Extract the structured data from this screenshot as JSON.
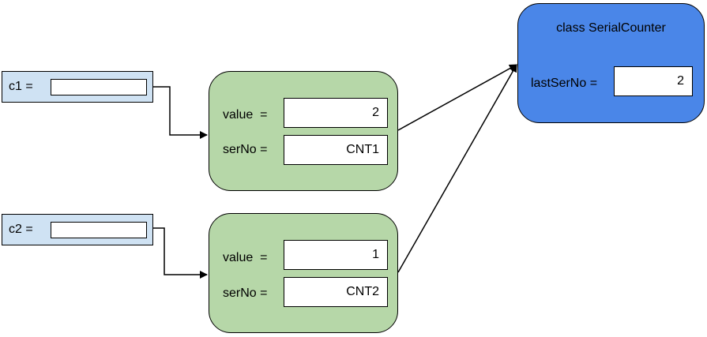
{
  "variables": [
    {
      "label": "c1 ="
    },
    {
      "label": "c2 ="
    }
  ],
  "objects": [
    {
      "value_label": "value  =",
      "value": "2",
      "serno_label": "serNo =",
      "serno": "CNT1"
    },
    {
      "value_label": "value  =",
      "value": "1",
      "serno_label": "serNo =",
      "serno": "CNT2"
    }
  ],
  "class_box": {
    "title": "class SerialCounter",
    "field_label": "lastSerNo =",
    "field_value": "2"
  },
  "colors": {
    "variable_fill": "#cfe2f3",
    "object_fill": "#b6d7a8",
    "class_fill": "#4a86e8",
    "line": "#000000"
  }
}
